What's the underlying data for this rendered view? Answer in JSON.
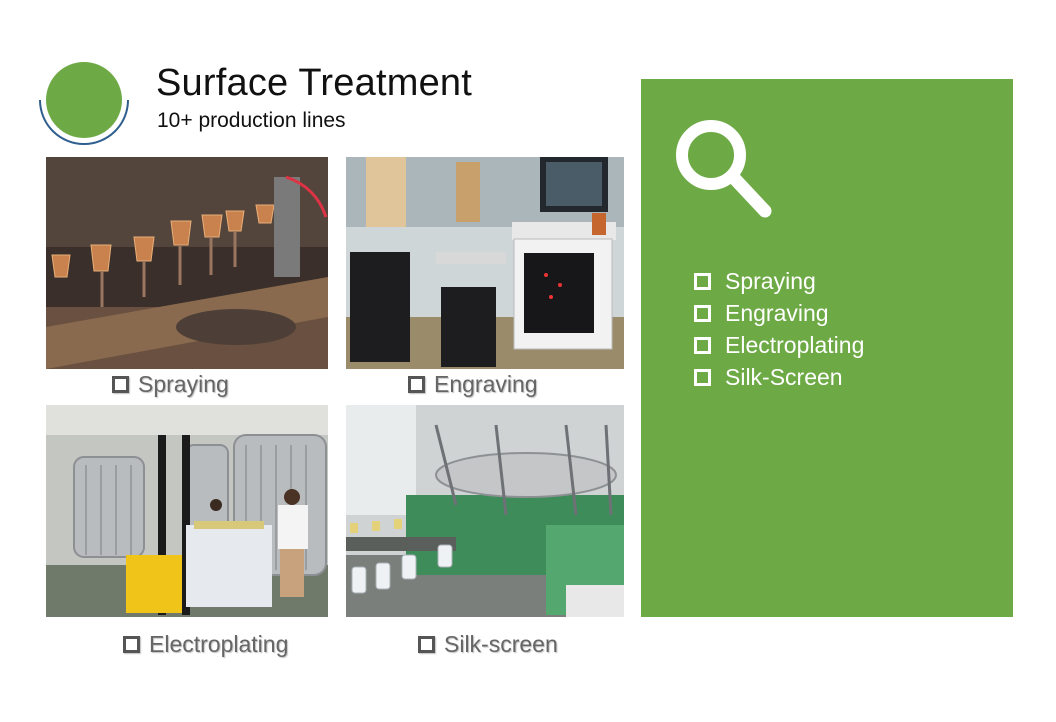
{
  "header": {
    "title": "Surface Treatment",
    "subtitle": "10+ production lines"
  },
  "gallery": {
    "items": [
      {
        "caption": "Spraying"
      },
      {
        "caption": "Engraving"
      },
      {
        "caption": "Electroplating"
      },
      {
        "caption": "Silk-screen"
      }
    ]
  },
  "panel": {
    "icon": "search-icon",
    "items": [
      "Spraying",
      "Engraving",
      "Electroplating",
      "Silk-Screen"
    ]
  },
  "colors": {
    "accent": "#6daa45",
    "caption_text": "#666666",
    "panel_text": "#ffffff"
  }
}
